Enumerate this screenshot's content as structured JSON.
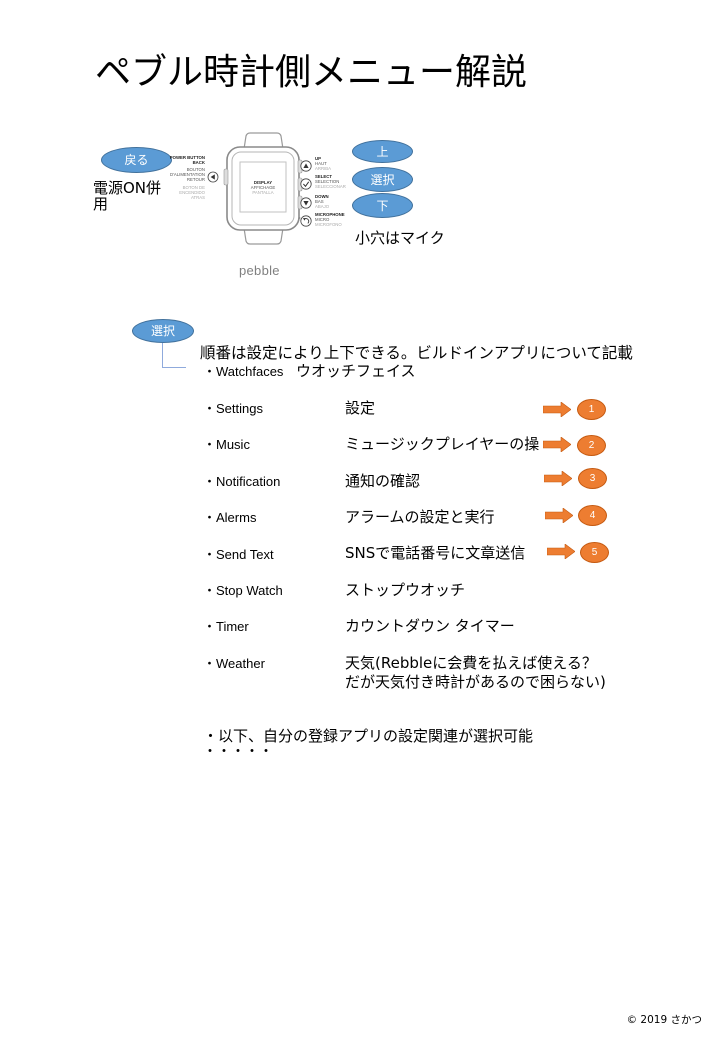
{
  "title": "ペブル時計側メニュー解説",
  "colors": {
    "blue": "#5B9BD5",
    "orange": "#ED7D31"
  },
  "diagram": {
    "back_bubble": "戻る",
    "back_note": "電源ON併用",
    "up_bubble": "上",
    "select_bubble": "選択",
    "down_bubble": "下",
    "mic_note": "小穴はマイク",
    "brand": "pebble",
    "watch": {
      "display": [
        "DISPLAY",
        "AFFICHAGE",
        "PANTALLA"
      ],
      "left_button": {
        "icon": "back-arrow-icon",
        "en": [
          "POWER BUTTON",
          "BACK"
        ],
        "fr": [
          "BOUTON",
          "D'ALIMENTATION",
          "RETOUR"
        ],
        "es": [
          "BOTON DE",
          "ENCENDIDO",
          "ATRAS"
        ]
      },
      "right_buttons": [
        {
          "icon": "up-arrow-icon",
          "labels": [
            "UP",
            "HAUT",
            "ARRIBA"
          ]
        },
        {
          "icon": "check-icon",
          "labels": [
            "SELECT",
            "SELECTION",
            "SELECCIONAR"
          ]
        },
        {
          "icon": "down-arrow-icon",
          "labels": [
            "DOWN",
            "BAS",
            "ABAJO"
          ]
        },
        {
          "icon": "microphone-icon",
          "labels": [
            "MICROPHONE",
            "MICRO",
            "MICROFONO"
          ]
        }
      ]
    }
  },
  "menu": {
    "select_bubble": "選択",
    "intro": "順番は設定により上下できる。ビルドインアプリについて記載",
    "bullet": "・",
    "items": [
      {
        "name": "Watchfaces",
        "desc": "ウオッチフェイス"
      },
      {
        "name": "Settings",
        "desc": "設定",
        "badge": "1"
      },
      {
        "name": "Music",
        "desc": "ミュージックプレイヤーの操",
        "badge": "2"
      },
      {
        "name": "Notification",
        "desc": "通知の確認",
        "badge": "3"
      },
      {
        "name": "Alerms",
        "desc": "アラームの設定と実行",
        "badge": "4"
      },
      {
        "name": "Send Text",
        "desc": "SNSで電話番号に文章送信",
        "badge": "5"
      },
      {
        "name": "Stop Watch",
        "desc": "ストップウオッチ"
      },
      {
        "name": "Timer",
        "desc": "カウントダウン タイマー"
      },
      {
        "name": "Weather",
        "desc": [
          "天気(Rebbleに会費を払えば使える？",
          "だが天気付き時計があるので困らない)"
        ]
      }
    ],
    "more": "・以下、自分の登録アプリの設定関連が選択可能",
    "ellipsis": "・・・・・"
  },
  "copyright": "© 2019 さかつ"
}
